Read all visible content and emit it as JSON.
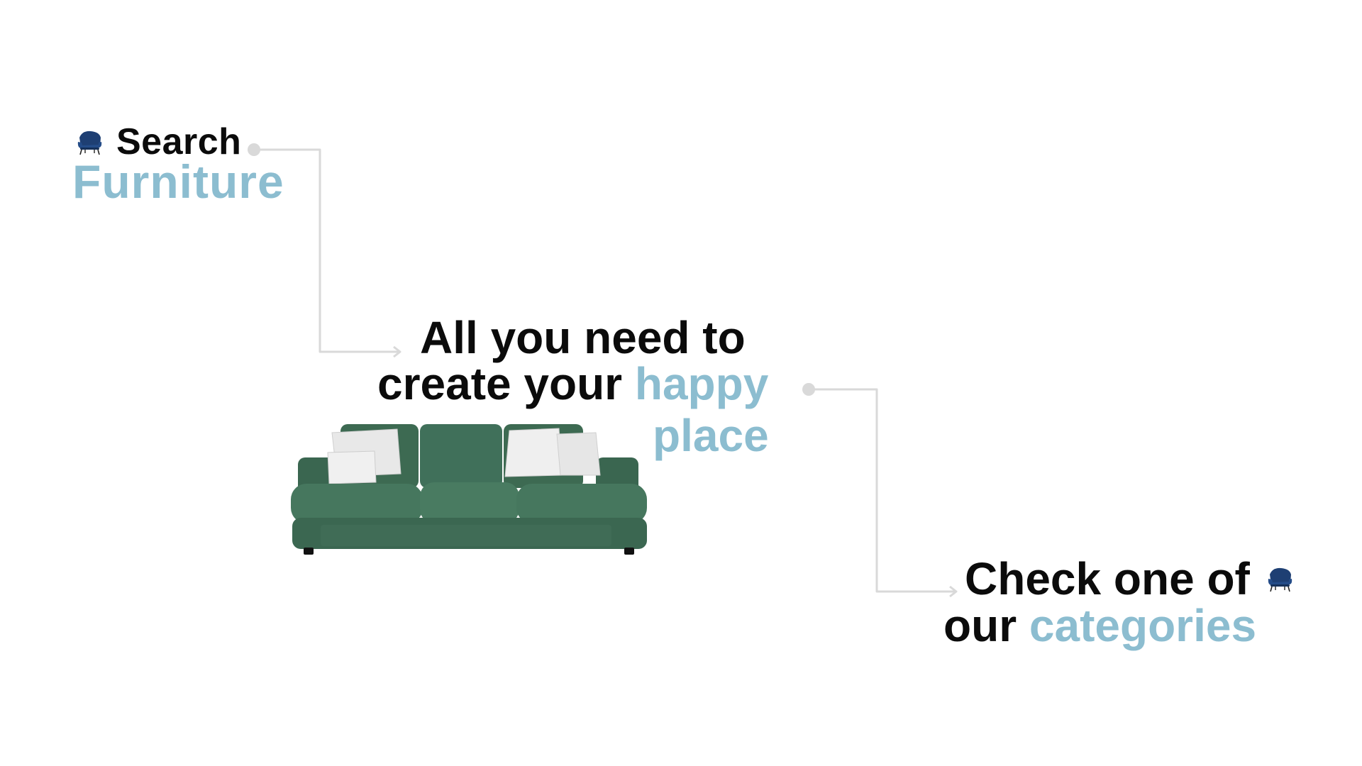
{
  "search": {
    "label": "Search",
    "highlight": "Furniture",
    "icon": "armchair-icon"
  },
  "hero": {
    "line1": "All you need to",
    "line2_text": "create your",
    "line2_highlight": "happy",
    "line3_highlight": "place",
    "image": "green-sofa-image"
  },
  "categories": {
    "line1": "Check one of",
    "line2_text": "our",
    "line2_highlight": "categories",
    "icon": "armchair-icon"
  },
  "colors": {
    "accent": "#8cbdd0",
    "text": "#0b0b0b",
    "connector": "#d8d8d8",
    "sofa": "#3f6b54",
    "background": "#ffffff"
  }
}
